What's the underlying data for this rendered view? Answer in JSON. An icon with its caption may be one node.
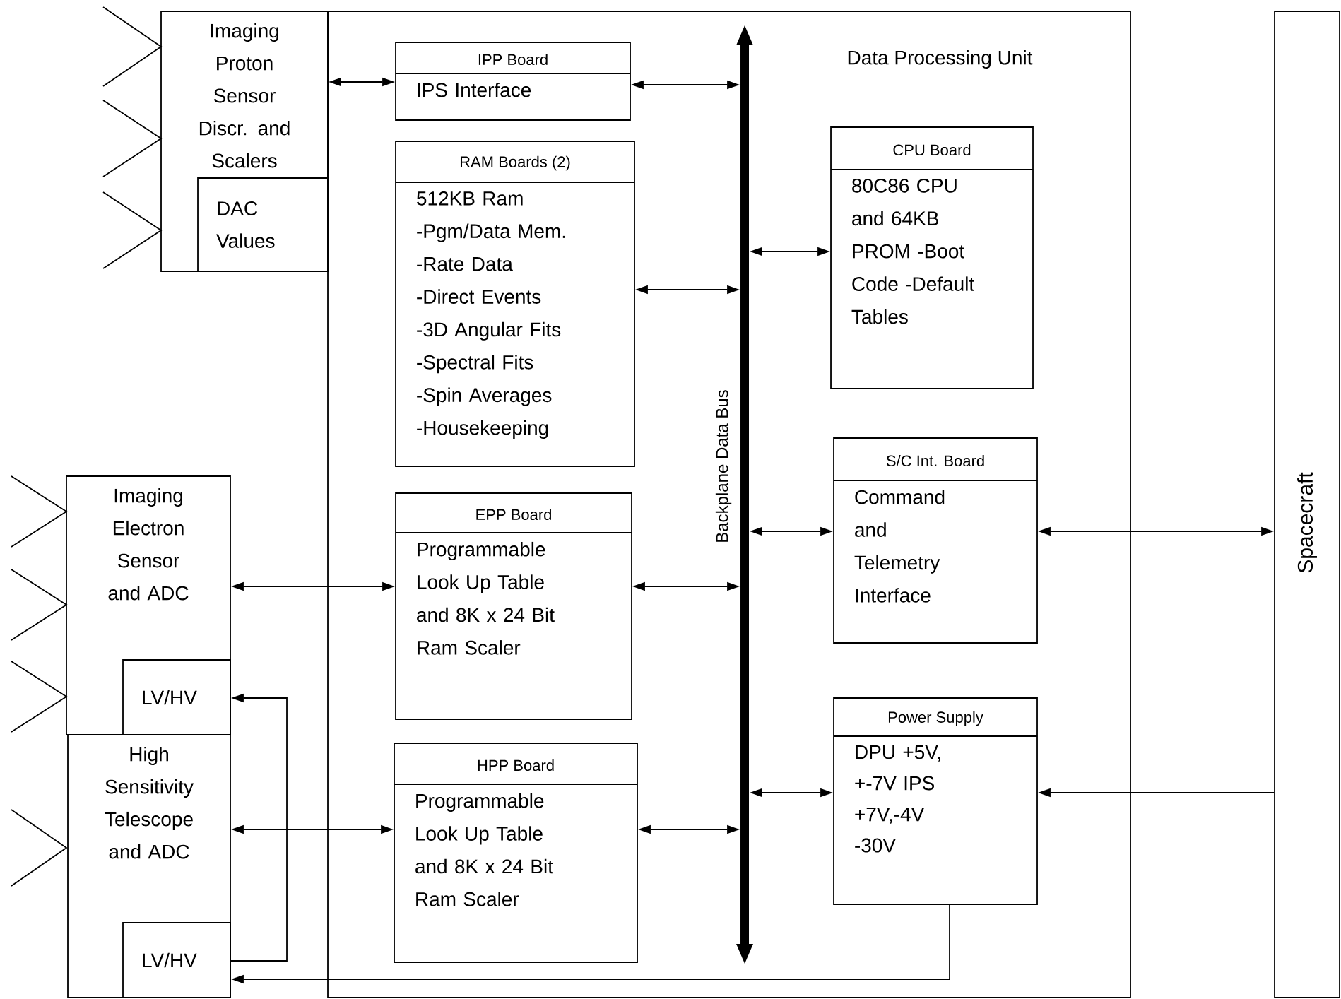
{
  "diagram": {
    "nodes": [
      {
        "text": [
          "Data Processing Unit"
        ]
      },
      {
        "text": [
          "Imaging Proton Sensor Discr. and Scalers"
        ]
      },
      {
        "text": [
          "DAC Values"
        ],
        "in": 1
      },
      {
        "text": [
          "Imaging Electron Sensor and ADC"
        ]
      },
      {
        "text": [
          "LV/HV"
        ],
        "in": 3
      },
      {
        "text": [
          "High Sensitivity Telescope and ADC"
        ]
      },
      {
        "text": [
          "LV/HV"
        ],
        "in": 5
      },
      {
        "text": [
          "IPP Board",
          "IPS Interface"
        ],
        "in": 0
      },
      {
        "text": [
          "RAM Boards (2)",
          "512KB Ram -Pgm/Data Mem. -Rate Data -Direct Events -3D Angular Fits -Spectral Fits -Spin Averages -Housekeeping"
        ],
        "in": 0
      },
      {
        "text": [
          "CPU Board",
          "80C86 CPU and 64KB PROM -Boot Code -Default Tables"
        ],
        "in": 0
      },
      {
        "text": [
          "S/C Int. Board",
          "Command and Telemetry Interface"
        ],
        "in": 0
      },
      {
        "text": [
          "EPP Board",
          "Programmable Look Up Table and 8K x 24 Bit Ram Scaler"
        ],
        "in": 0
      },
      {
        "text": [
          "HPP Board",
          "Programmable Look Up Table and 8K x 24 Bit Ram Scaler"
        ],
        "in": 0
      },
      {
        "text": [
          "Power Supply",
          "DPU +5V, +-7V IPS +7V,-4V -30V"
        ],
        "in": 0
      },
      {
        "text": [
          "Backplane Data Bus"
        ],
        "in": 0
      },
      {
        "text": [
          "Spacecraft"
        ]
      }
    ],
    "edges": [
      {
        "from": 1,
        "to": 7,
        "arrow": "both"
      },
      {
        "from": 7,
        "to": 14,
        "arrow": "both"
      },
      {
        "from": 8,
        "to": 14,
        "arrow": "both"
      },
      {
        "from": 14,
        "to": 9,
        "arrow": "both"
      },
      {
        "from": 11,
        "to": 14,
        "arrow": "both"
      },
      {
        "from": 12,
        "to": 14,
        "arrow": "both"
      },
      {
        "from": 14,
        "to": 10,
        "arrow": "both"
      },
      {
        "from": 14,
        "to": 13,
        "arrow": "both"
      },
      {
        "from": 3,
        "to": 11,
        "arrow": "both"
      },
      {
        "from": 5,
        "to": 12,
        "arrow": "both"
      },
      {
        "from": 10,
        "to": 15,
        "arrow": "both"
      },
      {
        "from": 15,
        "to": 13,
        "arrow": "to"
      },
      {
        "from": 13,
        "to": 6,
        "arrow": "to"
      },
      {
        "from": 6,
        "to": 4,
        "arrow": "to"
      }
    ]
  }
}
